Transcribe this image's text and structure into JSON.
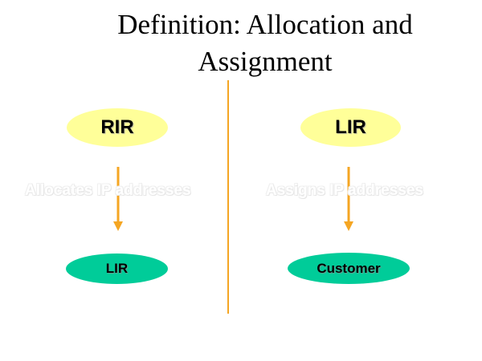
{
  "title": {
    "line1": "Definition: Allocation and",
    "line2": "Assignment"
  },
  "left": {
    "top_node": "RIR",
    "action": "Allocates IP addresses",
    "bottom_node": "LIR"
  },
  "right": {
    "top_node": "LIR",
    "action": "Assigns IP addresses",
    "bottom_node": "Customer"
  },
  "colors": {
    "top_node_fill": "#ffff99",
    "bottom_node_fill": "#00cc99",
    "arrow": "#f5a623",
    "divider": "#f5a623"
  }
}
